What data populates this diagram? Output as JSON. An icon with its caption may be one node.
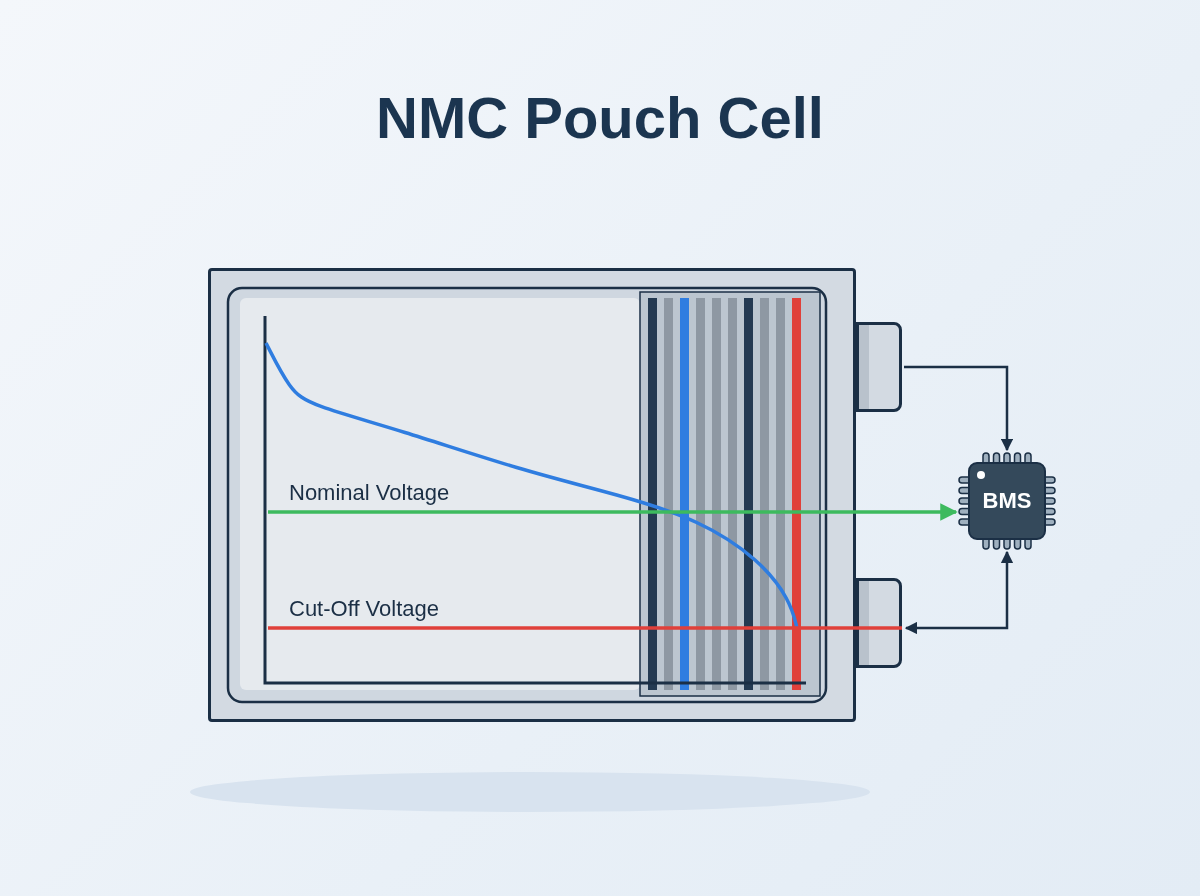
{
  "diagram": {
    "title": "NMC Pouch Cell",
    "nodes": [
      {
        "text": [],
        "shape": "box"
      },
      {
        "text": [],
        "shape": "box"
      },
      {
        "text": [],
        "shape": "box"
      },
      {
        "text": [
          "BMS"
        ]
      }
    ],
    "edges": [
      {
        "from": 0,
        "to": 3,
        "arrow": "to",
        "color": "#3dba5e"
      },
      {
        "from": 1,
        "to": 3,
        "arrow": "to"
      },
      {
        "from": 3,
        "to": 2,
        "arrow": "both"
      },
      {
        "from": 0,
        "to": 2,
        "arrow": "none",
        "color": "#e0403a"
      }
    ],
    "labels": [
      "Nominal Voltage",
      "Cut-Off Voltage"
    ]
  }
}
